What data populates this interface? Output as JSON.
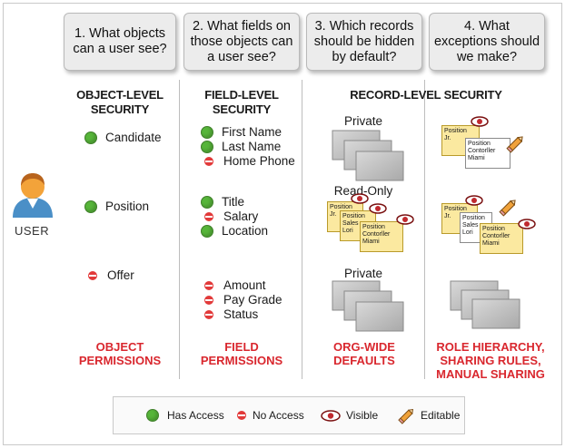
{
  "questions": [
    "1. What objects\ncan a user see?",
    "2. What fields on\nthose objects can\na user see?",
    "3. Which records\nshould be hidden\nby default?",
    "4. What\nexceptions should\nwe make?"
  ],
  "user_label": "USER",
  "columns": {
    "object": {
      "title": "OBJECT-LEVEL\nSECURITY",
      "permissions": "OBJECT\nPERMISSIONS"
    },
    "field": {
      "title": "FIELD-LEVEL\nSECURITY",
      "permissions": "FIELD\nPERMISSIONS"
    },
    "record": {
      "title": "RECORD-LEVEL SECURITY",
      "owd_permissions": "ORG-WIDE\nDEFAULTS",
      "sharing_permissions": "ROLE HIERARCHY,\nSHARING RULES,\nMANUAL SHARING"
    }
  },
  "objects": [
    {
      "label": "Candidate",
      "access": "has"
    },
    {
      "label": "Position",
      "access": "has"
    },
    {
      "label": "Offer",
      "access": "no"
    }
  ],
  "fields": [
    {
      "label": "First Name",
      "access": "has"
    },
    {
      "label": "Last Name",
      "access": "has"
    },
    {
      "label": "Home Phone",
      "access": "no"
    },
    {
      "label": "Title",
      "access": "has"
    },
    {
      "label": "Salary",
      "access": "no"
    },
    {
      "label": "Location",
      "access": "has"
    },
    {
      "label": "Amount",
      "access": "no"
    },
    {
      "label": "Pay Grade",
      "access": "no"
    },
    {
      "label": "Status",
      "access": "no"
    }
  ],
  "owd_labels": [
    "Private",
    "Read-Only",
    "Private"
  ],
  "cards": {
    "position": "Position",
    "jr": "Jr.",
    "sales": "Sales",
    "lori": "Lori",
    "controller": "Contorller",
    "miami": "Miami"
  },
  "legend": [
    {
      "label": "Has Access",
      "icon": "green-dot-icon"
    },
    {
      "label": "No Access",
      "icon": "no-access-icon"
    },
    {
      "label": "Visible",
      "icon": "eye-icon"
    },
    {
      "label": "Editable",
      "icon": "pencil-icon"
    }
  ],
  "colors": {
    "accent_red": "#d9272e",
    "green": "#57b53a",
    "card_yellow": "#fbe9a0"
  }
}
